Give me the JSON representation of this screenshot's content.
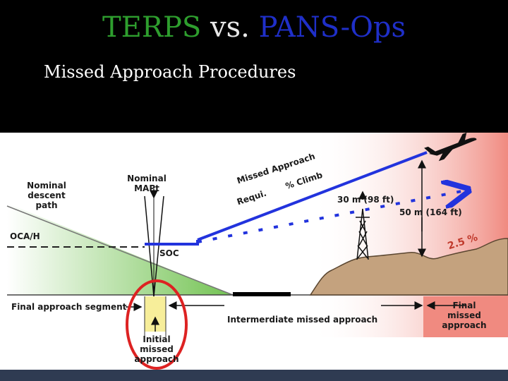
{
  "title": {
    "terps": "TERPS",
    "vs": "vs.",
    "pans_ops": "PANS-Ops",
    "colors": {
      "terps": "#2e9e2e",
      "vs": "#e8e8e8",
      "pans_ops": "#1f2fc8"
    }
  },
  "subtitle": "Missed Approach Procedures",
  "diagram": {
    "labels": {
      "nominal_descent_path": "Nominal\ndescent\npath",
      "nominal_mapt": "Nominal\nMAPt",
      "oca_h": "OCA/H",
      "soc": "SOC",
      "final_approach_segment": "Final approach segment",
      "initial_missed_approach": "Initial\nmissed\napproach",
      "intermediate_missed_approach": "Intermerdiate missed approach",
      "final_missed_approach": "Final\nmissed\napproach",
      "clearance_30m": "30 m (98 ft)",
      "clearance_50m": "50 m (164 ft)",
      "gradient": "2.5 %",
      "arc_line1": "Missed Approach",
      "arc_line2": "Requi.       % Climb"
    },
    "colors": {
      "climb_path": "#2233dd",
      "green_zone": "#6cc04a",
      "red_zone": "#f08a80",
      "terrain": "#c4a27e",
      "highlight_circle": "#dd2222",
      "initial_zone": "#f7ee9a",
      "gradient_text": "#c0392b"
    },
    "icons": [
      "airplane-icon",
      "transmission-tower-icon"
    ]
  }
}
